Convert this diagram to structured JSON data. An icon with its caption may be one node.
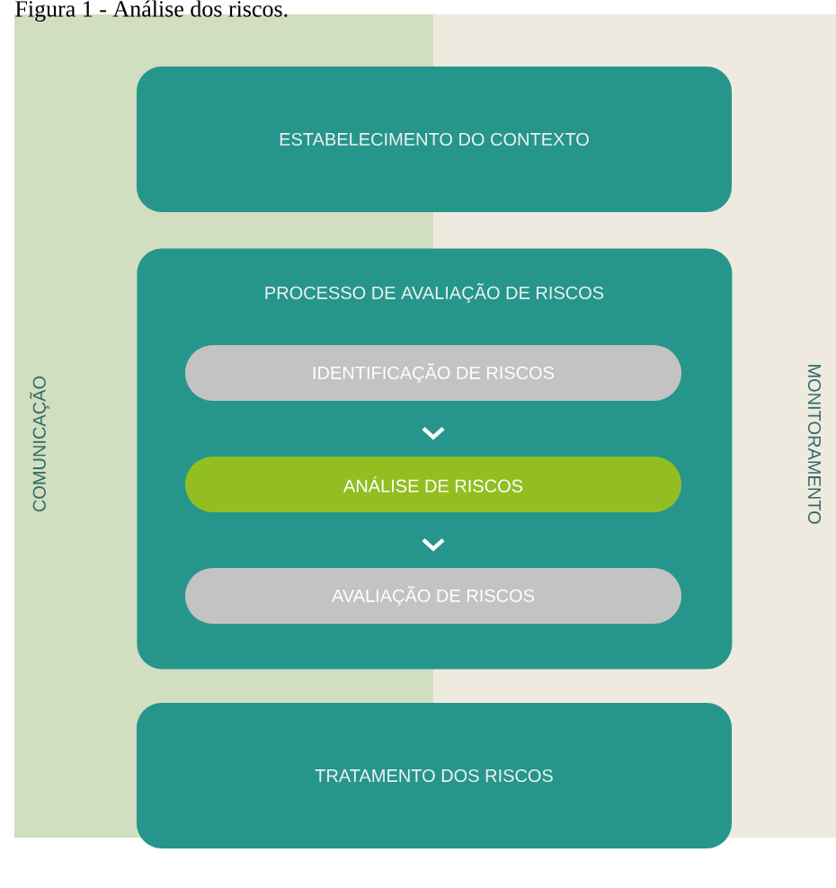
{
  "diagram": {
    "title": "Figura 1 - Análise dos riscos.",
    "nodes": [
      {
        "text": [
          "ESTABELECIMENTO DO CONTEXTO"
        ]
      },
      {
        "text": [
          "PROCESSO DE AVALIAÇÃO DE RISCOS"
        ]
      },
      {
        "text": [
          "IDENTIFICAÇÃO DE RISCOS"
        ],
        "in": 1
      },
      {
        "text": [
          "ANÁLISE DE RISCOS"
        ],
        "in": 1
      },
      {
        "text": [
          "AVALIAÇÃO DE RISCOS"
        ],
        "in": 1
      },
      {
        "text": [
          "TRATAMENTO DOS RISCOS"
        ]
      }
    ],
    "edges": [
      {
        "from": 2,
        "to": 3,
        "arrow": "to"
      },
      {
        "from": 3,
        "to": 4,
        "arrow": "to"
      }
    ],
    "labels": [
      "COMUNICAÇÃO",
      "MONITORAMENTO"
    ]
  }
}
